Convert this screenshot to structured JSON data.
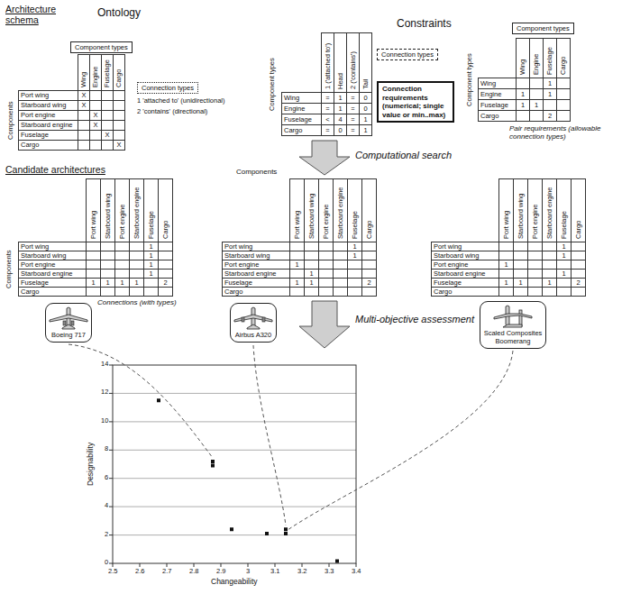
{
  "diagram": {
    "nodes": [
      {
        "text": [
          "Component types"
        ]
      },
      {
        "text": [
          "Connection types"
        ]
      },
      {
        "text": [
          "Connection types"
        ]
      },
      {
        "text": [
          "Connection requirements (numerical; single value or min..max)"
        ]
      },
      {
        "text": [
          "Component types"
        ]
      },
      {
        "text": [
          "Boeing 717"
        ]
      },
      {
        "text": [
          "Airbus A320"
        ]
      },
      {
        "text": [
          "Scaled Composites Boomerang"
        ]
      }
    ],
    "labels": [
      "Architecture schema",
      "Ontology",
      "Constraints",
      "Components",
      "Wing",
      "Engine",
      "Fuselage",
      "Cargo",
      "Port wing",
      "Starboard wing",
      "Port engine",
      "Starboard engine",
      "Fuselage",
      "Cargo",
      "X",
      "X",
      "X",
      "X",
      "X",
      "X",
      "1 'attached to' (unidirectional)",
      "2 'contains' (directional)",
      "Component types",
      "1 ('attached to')",
      "Head",
      "2 ('contains')",
      "Tail",
      "Wing",
      "Engine",
      "Fuselage",
      "Cargo",
      "=",
      "1",
      "=",
      "0",
      "=",
      "1",
      "=",
      "0",
      "<",
      "4",
      "=",
      "1",
      "=",
      "0",
      "=",
      "1",
      "Component types",
      "Wing",
      "Engine",
      "Fuselage",
      "Cargo",
      "Wing",
      "Engine",
      "Fuselage",
      "Cargo",
      "1",
      "1",
      "1",
      "1",
      "1",
      "2",
      "Pair requirements (allowable connection types)",
      "Computational search",
      "Candidate architectures",
      "Components",
      "Components",
      "Port wing",
      "Starboard wing",
      "Port engine",
      "Starboard engine",
      "Fuselage",
      "Cargo",
      "Port wing",
      "Starboard wing",
      "Port engine",
      "Starboard engine",
      "Fuselage",
      "Cargo",
      "1",
      "1",
      "1",
      "1",
      "1",
      "1",
      "1",
      "1",
      "2",
      "Port wing",
      "Starboard wing",
      "Port engine",
      "Starboard engine",
      "Fuselage",
      "Cargo",
      "Port wing",
      "Starboard wing",
      "Port engine",
      "Starboard engine",
      "Fuselage",
      "Cargo",
      "1",
      "1",
      "1",
      "1",
      "1",
      "1",
      "2",
      "Port wing",
      "Starboard wing",
      "Port engine",
      "Starboard engine",
      "Fuselage",
      "Cargo",
      "Port wing",
      "Starboard wing",
      "Port engine",
      "Starboard engine",
      "Fuselage",
      "Cargo",
      "1",
      "1",
      "1",
      "1",
      "1",
      "1",
      "1",
      "2",
      "Connections (with types)",
      "Multi-objective assessment",
      "0",
      "2",
      "4",
      "6",
      "8",
      "10",
      "12",
      "14",
      "2.5",
      "2.6",
      "2.7",
      "2.8",
      "2.9",
      "3",
      "3.1",
      "3.2",
      "3.3",
      "3.4",
      "Designability",
      "Changeability"
    ]
  }
}
